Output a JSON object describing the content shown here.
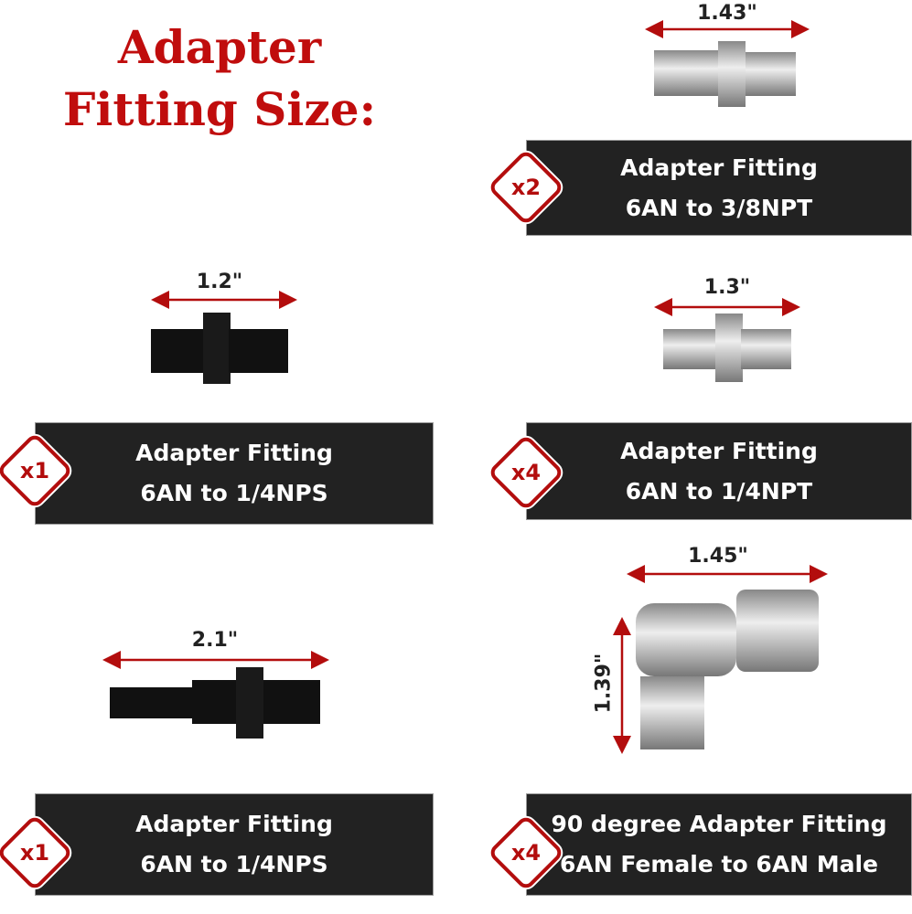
{
  "title": {
    "line1": "Adapter",
    "line2": "Fitting Size:"
  },
  "items": [
    {
      "qty": "x2",
      "name": "Adapter Fitting",
      "spec": "6AN to 3/8NPT",
      "length": "1.43\""
    },
    {
      "qty": "x1",
      "name": "Adapter Fitting",
      "spec": "6AN to 1/4NPS",
      "length": "1.2\""
    },
    {
      "qty": "x4",
      "name": "Adapter Fitting",
      "spec": "6AN to 1/4NPT",
      "length": "1.3\""
    },
    {
      "qty": "x1",
      "name": "Adapter Fitting",
      "spec": "6AN to 1/4NPS",
      "length": "2.1\""
    },
    {
      "qty": "x4",
      "name": "90 degree Adapter Fitting",
      "spec": "6AN Female to 6AN Male",
      "length": "1.45\"",
      "height": "1.39\""
    }
  ],
  "colors": {
    "accent": "#c00d0d",
    "panel": "#222222"
  }
}
